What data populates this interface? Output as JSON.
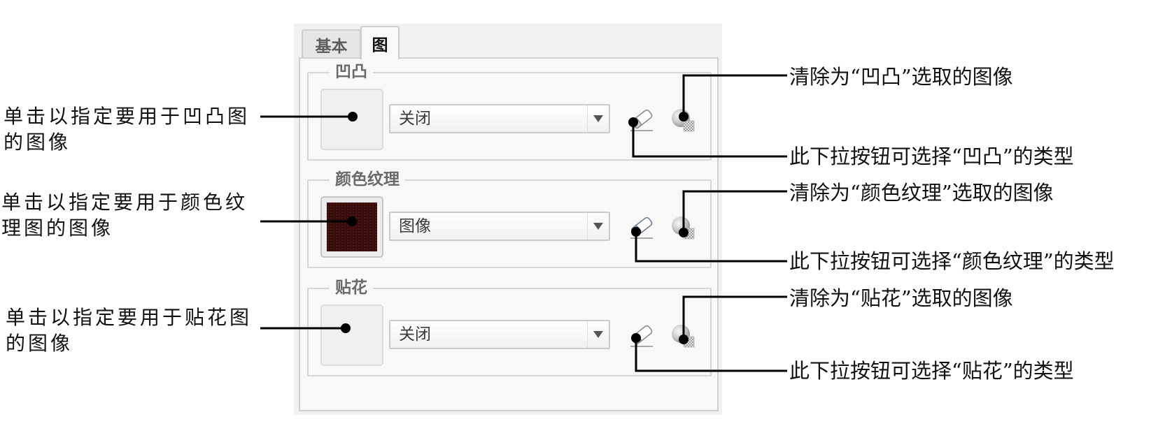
{
  "panel": {
    "tabs": [
      {
        "label": "基本",
        "selected": false
      },
      {
        "label": "图",
        "selected": true
      }
    ],
    "groups": [
      {
        "legend": "凹凸",
        "dropdown_value": "关闭"
      },
      {
        "legend": "颜色纹理",
        "dropdown_value": "图像"
      },
      {
        "legend": "贴花",
        "dropdown_value": "关闭"
      }
    ],
    "icons": {
      "type_button": "eraser-icon",
      "clear_button": "sphere-icon",
      "dropdown_arrow": "triangle-down-icon"
    }
  },
  "annotations": {
    "left": [
      {
        "lines": [
          "单击以指定要用于凹凸图",
          "的图像"
        ]
      },
      {
        "lines": [
          "单击以指定要用于颜色纹",
          "理图的图像"
        ]
      },
      {
        "lines": [
          "单击以指定要用于贴花图",
          "的图像"
        ]
      }
    ],
    "right": [
      "清除为“凹凸”选取的图像",
      "此下拉按钮可选择“凹凸”的类型",
      "清除为“颜色纹理”选取的图像",
      "此下拉按钮可选择“颜色纹理”的类型",
      "清除为“贴花”选取的图像",
      "此下拉按钮可选择“贴花”的类型"
    ]
  },
  "colors": {
    "texture_swatch": "#3a0b09",
    "connector": "#000000",
    "panel_border": "#d0d0d0"
  }
}
